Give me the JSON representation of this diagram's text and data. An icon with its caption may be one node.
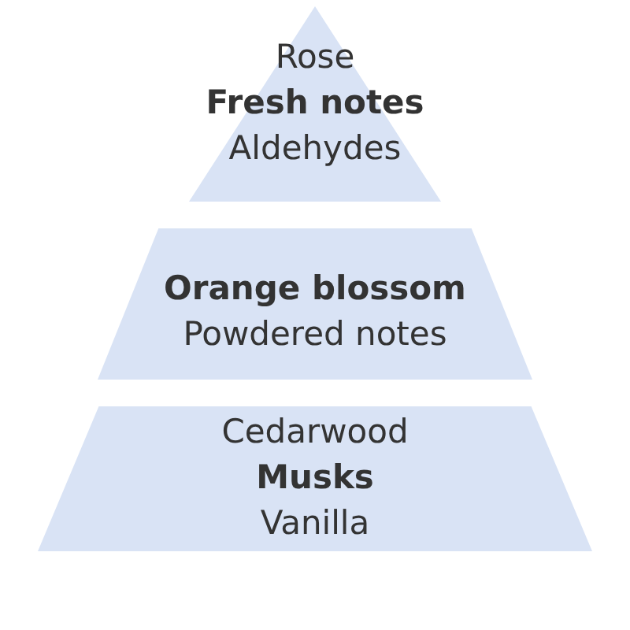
{
  "diagram": {
    "nodes": [
      {
        "text": [
          "Rose",
          "Fresh notes",
          "Aldehydes"
        ]
      },
      {
        "text": [
          "Orange blossom",
          "Powdered notes"
        ]
      },
      {
        "text": [
          "Cedarwood",
          "Musks",
          "Vanilla"
        ]
      }
    ]
  }
}
